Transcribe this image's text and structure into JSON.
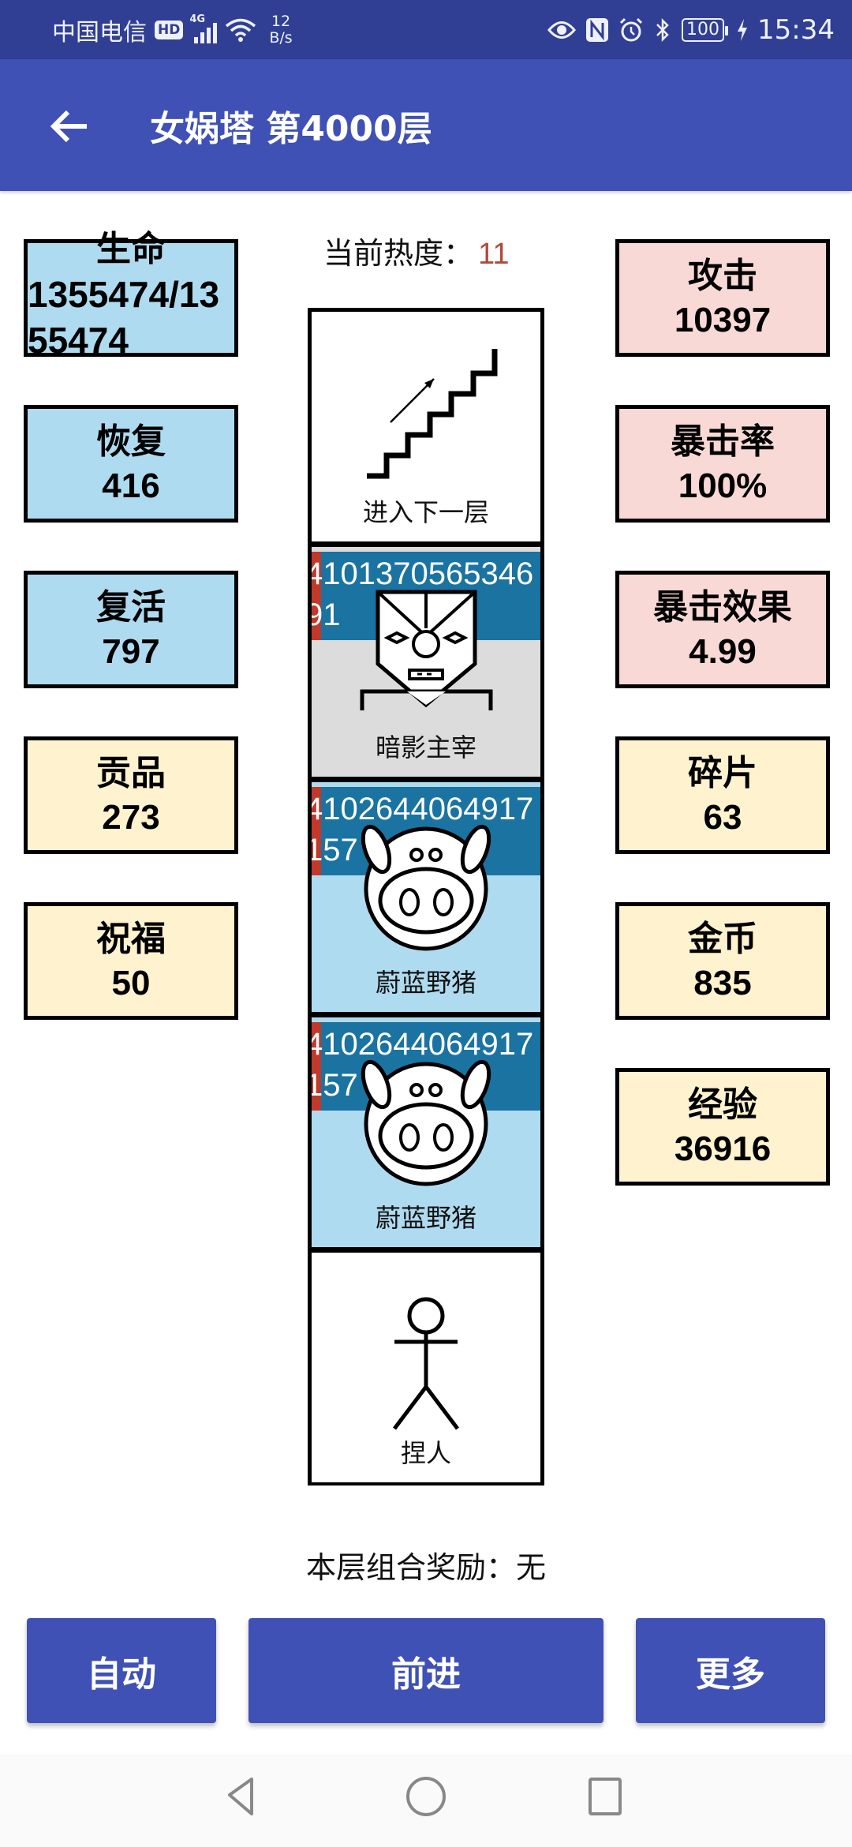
{
  "status_bar": {
    "carrier": "中国电信",
    "hd_badge": "HD",
    "network": "4G",
    "speed_value": "12",
    "speed_unit": "B/s",
    "battery": "100",
    "time": "15:34",
    "icons": [
      "signal-icon",
      "wifi-icon",
      "eye-icon",
      "nfc-icon",
      "alarm-icon",
      "bluetooth-icon",
      "battery-icon",
      "charging-icon"
    ]
  },
  "app_bar": {
    "back_icon": "arrow-left-icon",
    "title": "女娲塔 第4000层"
  },
  "heat": {
    "label": "当前热度：",
    "value": "11",
    "value_color": "#b14a3b"
  },
  "left_stats": [
    {
      "label": "生命",
      "value": "1355474/1355474"
    },
    {
      "label": "恢复",
      "value": "416"
    },
    {
      "label": "复活",
      "value": "797"
    },
    {
      "label": "贡品",
      "value": "273"
    },
    {
      "label": "祝福",
      "value": "50"
    }
  ],
  "right_stats": [
    {
      "label": "攻击",
      "value": "10397"
    },
    {
      "label": "暴击率",
      "value": "100%"
    },
    {
      "label": "暴击效果",
      "value": "4.99"
    },
    {
      "label": "碎片",
      "value": "63"
    },
    {
      "label": "金币",
      "value": "835"
    },
    {
      "label": "经验",
      "value": "36916"
    }
  ],
  "tower": [
    {
      "name": "进入下一层",
      "icon": "stairs-icon"
    },
    {
      "name": "暗影主宰",
      "icon": "mask-monster-icon",
      "hp": "410137056534691"
    },
    {
      "name": "蔚蓝野猪",
      "icon": "pig-icon",
      "hp": "4102644064917157"
    },
    {
      "name": "蔚蓝野猪",
      "icon": "pig-icon",
      "hp": "4102644064917157"
    },
    {
      "name": "捏人",
      "icon": "stick-figure-icon"
    }
  ],
  "combo_reward": {
    "label": "本层组合奖励：",
    "value": "无"
  },
  "buttons": {
    "auto": "自动",
    "advance": "前进",
    "more": "更多"
  },
  "colors": {
    "primary": "#3f51b5",
    "status_bar": "#303f94",
    "stat_blue": "#afdbf0",
    "stat_pink": "#f9d9d6",
    "stat_cream": "#fff2cf",
    "hp_bar": "#1a73a1",
    "hp_damage": "#c0392b"
  }
}
